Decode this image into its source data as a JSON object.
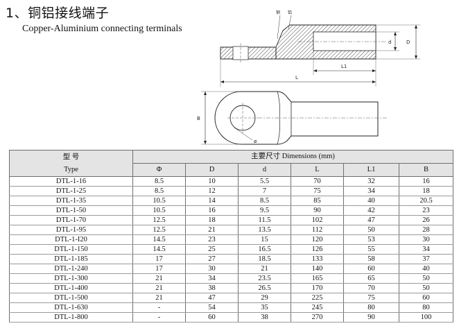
{
  "title": "1、铜铝接线端子",
  "subtitle": "Copper-Aluminium connecting terminals",
  "drawing": {
    "labels": {
      "copper": "铜",
      "aluminium": "铝",
      "d": "d",
      "D": "D",
      "L1": "L1",
      "L": "L",
      "B": "B",
      "phi": "ø"
    }
  },
  "table": {
    "type_cn": "型  号",
    "type_en": "Type",
    "dims_header": "主要尺寸 Dimensions (mm)",
    "columns": [
      "Φ",
      "D",
      "d",
      "L",
      "L1",
      "B"
    ],
    "rows": [
      [
        "DTL-1-16",
        "8.5",
        "10",
        "5.5",
        "70",
        "32",
        "16"
      ],
      [
        "DTL-1-25",
        "8.5",
        "12",
        "7",
        "75",
        "34",
        "18"
      ],
      [
        "DTL-1-35",
        "10.5",
        "14",
        "8.5",
        "85",
        "40",
        "20.5"
      ],
      [
        "DTL-1-50",
        "10.5",
        "16",
        "9.5",
        "90",
        "42",
        "23"
      ],
      [
        "DTL-1-70",
        "12.5",
        "18",
        "11.5",
        "102",
        "47",
        "26"
      ],
      [
        "DTL-1-95",
        "12.5",
        "21",
        "13.5",
        "112",
        "50",
        "28"
      ],
      [
        "DTL-1-I20",
        "14.5",
        "23",
        "15",
        "120",
        "53",
        "30"
      ],
      [
        "DTL-1-150",
        "14.5",
        "25",
        "16.5",
        "126",
        "55",
        "34"
      ],
      [
        "DTL-1-185",
        "17",
        "27",
        "18.5",
        "133",
        "58",
        "37"
      ],
      [
        "DTL-1-240",
        "17",
        "30",
        "21",
        "140",
        "60",
        "40"
      ],
      [
        "DTL-1-300",
        "21",
        "34",
        "23.5",
        "165",
        "65",
        "50"
      ],
      [
        "DTL-1-400",
        "21",
        "38",
        "26.5",
        "170",
        "70",
        "50"
      ],
      [
        "DTL-1-500",
        "21",
        "47",
        "29",
        "225",
        "75",
        "60"
      ],
      [
        "DTL-1-630",
        "-",
        "54",
        "35",
        "245",
        "80",
        "80"
      ],
      [
        "DTL-1-800",
        "-",
        "60",
        "38",
        "270",
        "90",
        "100"
      ]
    ]
  }
}
